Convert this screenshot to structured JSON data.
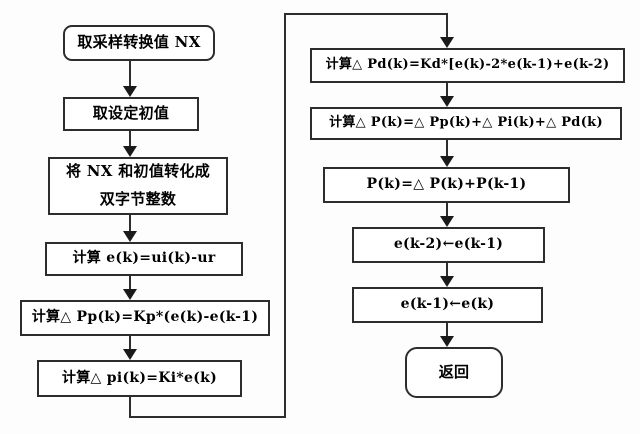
{
  "colors": {
    "background": "#fdfdfd",
    "node_fill": "#ffffff",
    "node_border": "#2d2d2d",
    "text": "#000000",
    "line": "#2d2d2d"
  },
  "flowchart": {
    "left_column": [
      {
        "shape": "rounded-start",
        "label": "取采样转换值 NX"
      },
      {
        "shape": "rect",
        "label": "取设定初值"
      },
      {
        "shape": "rect",
        "label": "将 NX 和初值转化成\n双字节整数"
      },
      {
        "shape": "rect",
        "label": "计算 e(k)=ui(k)-ur"
      },
      {
        "shape": "rect",
        "label": "计算△ Pp(k)=Kp*(e(k)-e(k-1)"
      },
      {
        "shape": "rect",
        "label": "计算△ pi(k)=Ki*e(k)"
      }
    ],
    "right_column": [
      {
        "shape": "rect",
        "label": "计算△ Pd(k)=Kd*[e(k)-2*e(k-1)+e(k-2)"
      },
      {
        "shape": "rect",
        "label": "计算△ P(k)=△ Pp(k)+△ Pi(k)+△ Pd(k)"
      },
      {
        "shape": "rect",
        "label": "P(k)=△ P(k)+P(k-1)"
      },
      {
        "shape": "rect",
        "label": "e(k-2)←e(k-1)"
      },
      {
        "shape": "rect",
        "label": "e(k-1)←e(k)"
      },
      {
        "shape": "rounded-end",
        "label": "返回"
      }
    ]
  }
}
